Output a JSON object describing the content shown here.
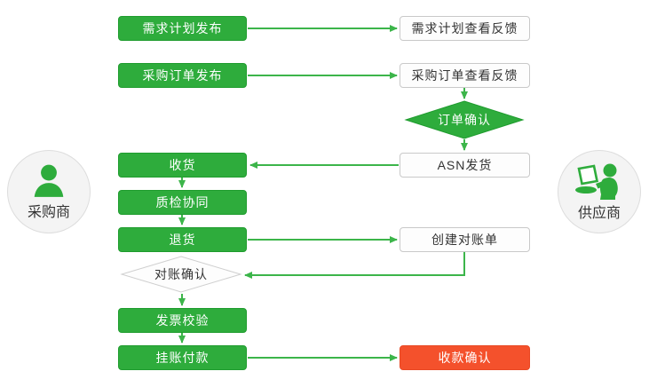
{
  "actors": {
    "buyer": {
      "label": "采购商",
      "icon": "person-icon"
    },
    "supplier": {
      "label": "供应商",
      "icon": "person-laptop-icon"
    }
  },
  "nodes": {
    "demand_plan_publish": {
      "label": "需求计划发布",
      "style": "green-box"
    },
    "demand_plan_feedback": {
      "label": "需求计划查看反馈",
      "style": "white-box"
    },
    "po_publish": {
      "label": "采购订单发布",
      "style": "green-box"
    },
    "po_feedback": {
      "label": "采购订单查看反馈",
      "style": "white-box"
    },
    "order_confirm": {
      "label": "订单确认",
      "style": "green-diamond"
    },
    "asn_ship": {
      "label": "ASN发货",
      "style": "white-box"
    },
    "receive": {
      "label": "收货",
      "style": "green-box"
    },
    "quality_check": {
      "label": "质检协同",
      "style": "green-box"
    },
    "return_goods": {
      "label": "退货",
      "style": "green-box"
    },
    "create_statement": {
      "label": "创建对账单",
      "style": "white-box"
    },
    "statement_confirm": {
      "label": "对账确认",
      "style": "gray-diamond"
    },
    "invoice_verify": {
      "label": "发票校验",
      "style": "green-box"
    },
    "payment_on_account": {
      "label": "挂账付款",
      "style": "green-box"
    },
    "receipt_confirm": {
      "label": "收款确认",
      "style": "red-box"
    }
  },
  "colors": {
    "node_green": "#2eac3c",
    "node_green_border": "#1f9c2e",
    "connector_green": "#3cb54a",
    "node_red": "#f4512c",
    "white_box_border": "#c9c9c9",
    "gray_diamond_border": "#cfcfcf",
    "text_dark": "#333333",
    "text_light": "#ffffff",
    "actor_circle_bg": "#f4f4f4"
  }
}
